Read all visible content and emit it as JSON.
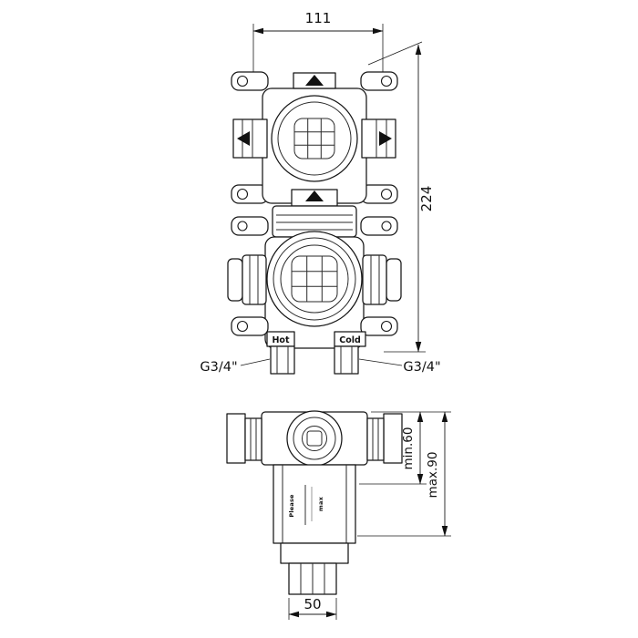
{
  "drawing": {
    "front_view": {
      "width_dim": "111",
      "height_dim": "224",
      "hot_label": "Hot",
      "cold_label": "Cold",
      "thread_left": "G3/4\"",
      "thread_right": "G3/4\""
    },
    "side_view": {
      "depth_min_dim": "min.60",
      "depth_max_dim": "max.90",
      "bottom_width_dim": "50",
      "engraving_line1": "Please",
      "engraving_line2": "max"
    }
  }
}
